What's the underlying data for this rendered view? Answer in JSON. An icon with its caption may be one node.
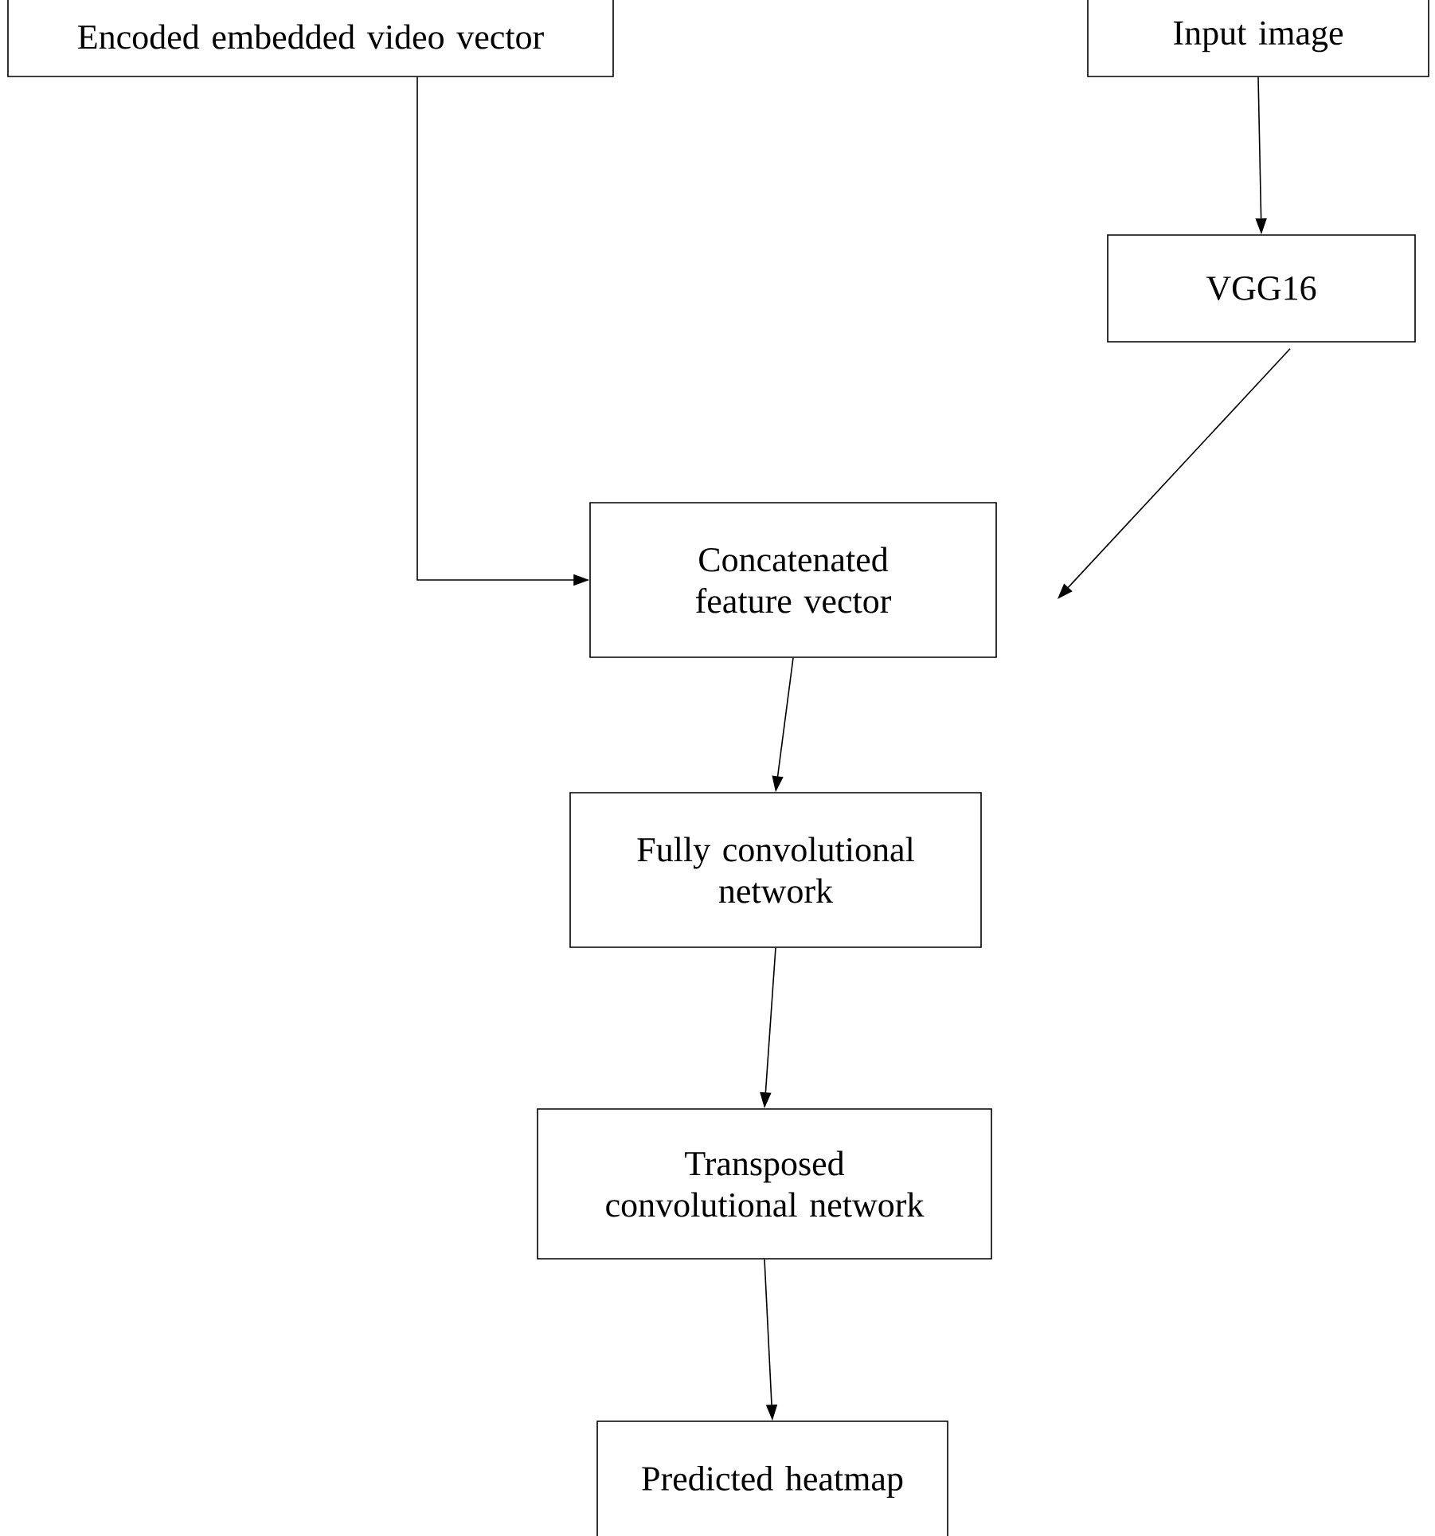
{
  "diagram": {
    "nodes": [
      {
        "text": [
          "Encoded embedded video vector"
        ]
      },
      {
        "text": [
          "Input image"
        ]
      },
      {
        "text": [
          "VGG16"
        ]
      },
      {
        "text": [
          "Concatenated feature vector"
        ]
      },
      {
        "text": [
          "Fully convolutional network"
        ]
      },
      {
        "text": [
          "Transposed convolutional network"
        ]
      },
      {
        "text": [
          "Predicted heatmap"
        ]
      }
    ],
    "edges": [
      {
        "from": 0,
        "to": 3,
        "arrow": "to"
      },
      {
        "from": 1,
        "to": 2,
        "arrow": "to"
      },
      {
        "from": 2,
        "to": 3,
        "arrow": "to"
      },
      {
        "from": 3,
        "to": 4,
        "arrow": "to"
      },
      {
        "from": 4,
        "to": 5,
        "arrow": "to"
      },
      {
        "from": 5,
        "to": 6,
        "arrow": "to"
      }
    ]
  }
}
